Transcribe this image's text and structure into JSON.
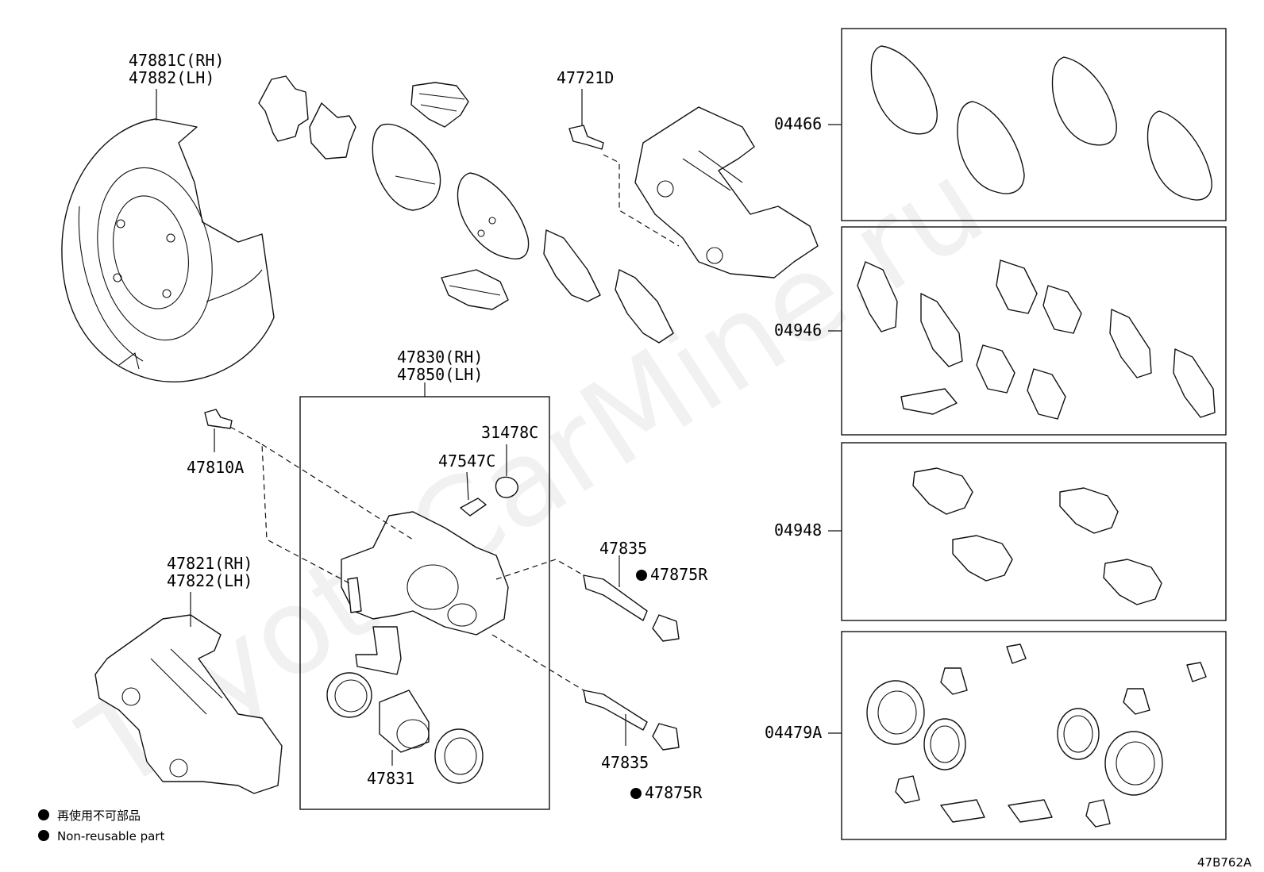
{
  "diagram": {
    "drawing_code": "47B762A",
    "watermark": "ToyotaCarMine.ru",
    "labels": {
      "p47881C": "47881C(RH)",
      "p47882": "47882(LH)",
      "p47721D": "47721D",
      "p47830": "47830(RH)",
      "p47850": "47850(LH)",
      "p47810A": "47810A",
      "p31478C": "31478C",
      "p47547C": "47547C",
      "p47821": "47821(RH)",
      "p47822": "47822(LH)",
      "p47835_top": "47835",
      "p47875R_top": "47875R",
      "p47835_bottom": "47835",
      "p47875R_bottom": "47875R",
      "p47831": "47831",
      "k04466": "04466",
      "k04946": "04946",
      "k04948": "04948",
      "k04479A": "04479A"
    },
    "legend": {
      "jp": "再使用不可部品",
      "en": "Non-reusable part"
    }
  }
}
